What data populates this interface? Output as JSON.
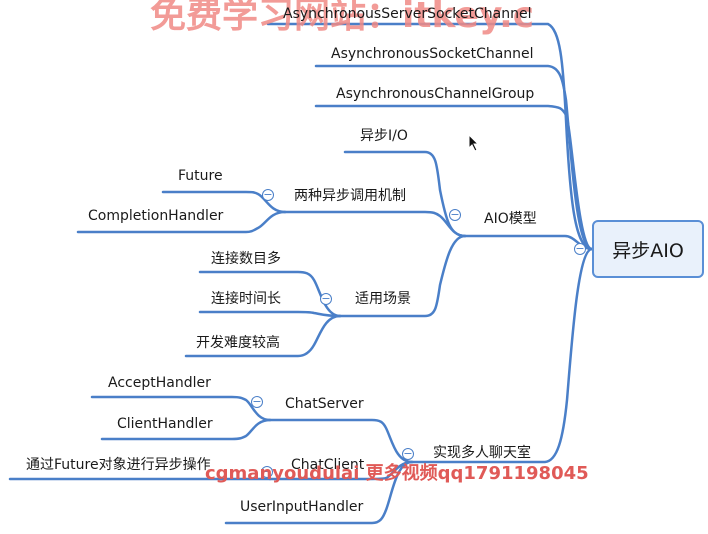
{
  "root": {
    "label": "异步AIO"
  },
  "nodes": {
    "server_socket": "AsynchronousServerSocketChannel",
    "socket": "AsynchronousSocketChannel",
    "group": "AsynchronousChannelGroup",
    "aio_model": "AIO模型",
    "async_io": "异步I/O",
    "two_mech": "两种异步调用机制",
    "future": "Future",
    "completion": "CompletionHandler",
    "scenario": "适用场景",
    "many_conn": "连接数目多",
    "long_conn": "连接时间长",
    "hard_dev": "开发难度较高",
    "chatroom": "实现多人聊天室",
    "chat_server": "ChatServer",
    "accept": "AcceptHandler",
    "client_handler": "ClientHandler",
    "chat_client": "ChatClient",
    "future_op": "通过Future对象进行异步操作",
    "user_input": "UserInputHandler"
  },
  "watermarks": {
    "top": "免费学习网站：itkey.c",
    "bottom": "cgmanyoudulai 更多视频qq1791198045"
  },
  "colors": {
    "line": "#4a7fc8",
    "root_border": "#5a8fd6",
    "watermark": "#e05a57"
  },
  "icons": {
    "toggle": "minus-circle-icon",
    "cursor": "mouse-pointer-icon"
  },
  "toggle_symbol": "−"
}
